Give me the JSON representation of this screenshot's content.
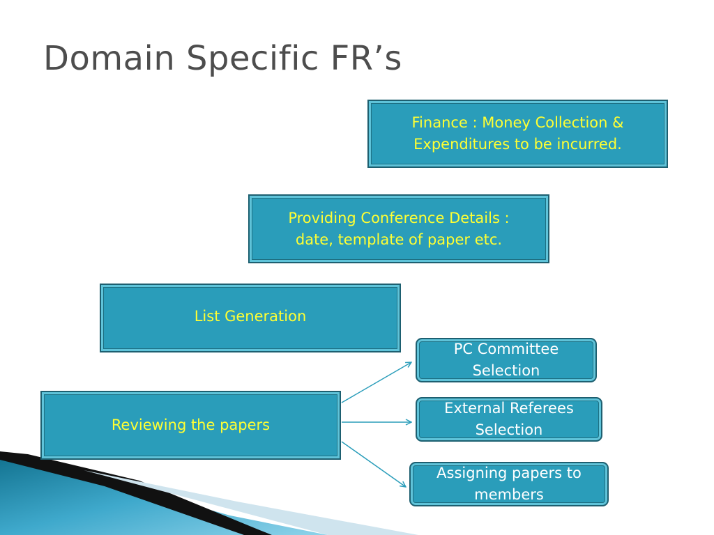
{
  "slide": {
    "title": "Domain Specific FR’s"
  },
  "boxes": {
    "finance": {
      "line1": "Finance : Money Collection &",
      "line2": "Expenditures to be incurred."
    },
    "conference": {
      "line1": "Providing Conference Details :",
      "line2": "date, template of paper etc."
    },
    "list_generation": {
      "label": "List Generation"
    },
    "reviewing": {
      "label": "Reviewing the papers"
    },
    "pc_committee": {
      "line1": "PC Committee",
      "line2": "Selection"
    },
    "external_referees": {
      "line1": "External Referees",
      "line2": "Selection"
    },
    "assigning": {
      "line1": "Assigning papers to",
      "line2": "members"
    }
  },
  "colors": {
    "box_fill": "#2a9dba",
    "box_border": "#1d5f70",
    "primary_text": "#ffff33",
    "secondary_text": "#ffffff",
    "title_text": "#4d4d4d",
    "connector": "#2a9dba"
  }
}
